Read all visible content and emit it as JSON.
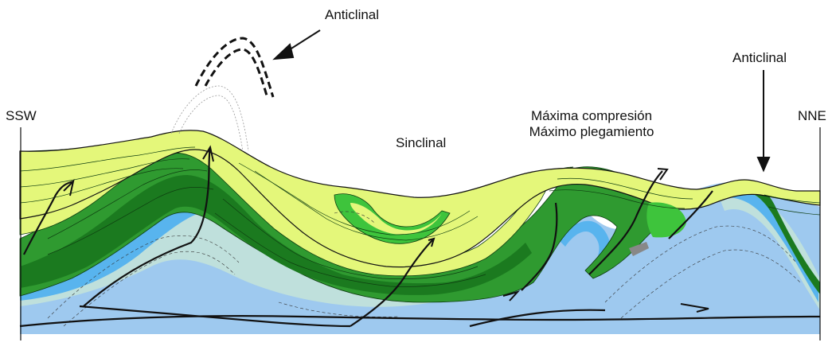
{
  "labels": {
    "anticlinal_top": "Anticlinal",
    "anticlinal_right": "Anticlinal",
    "ssw": "SSW",
    "nne": "NNE",
    "sinclinal": "Sinclinal",
    "max_compresion": "Máxima compresión",
    "max_plegamiento": "Máximo plegamiento"
  },
  "colors": {
    "light_yellow_green": "#e4f77a",
    "medium_green": "#2f9a30",
    "dark_green": "#1b7a1f",
    "bright_green": "#3ec43c",
    "grey_marker": "#888888",
    "light_blue": "#9ec9ef",
    "pale_teal": "#bfe0dc",
    "sky_blue": "#58b4ee",
    "line": "#111111"
  }
}
